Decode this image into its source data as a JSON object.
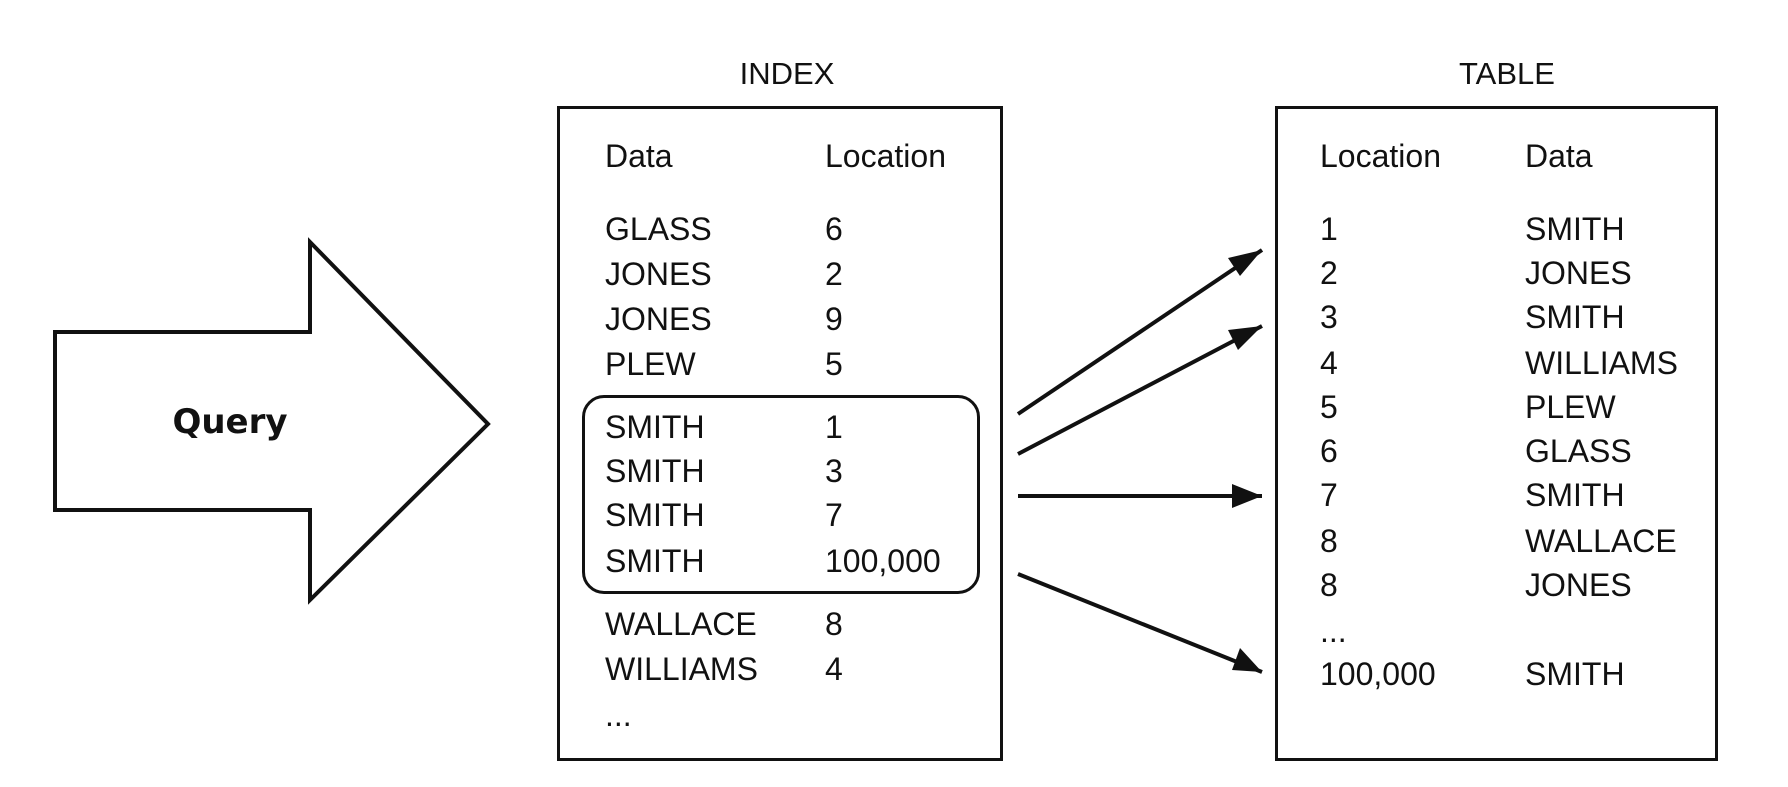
{
  "query": {
    "label": "Query"
  },
  "index": {
    "heading": "INDEX",
    "header": {
      "data": "Data",
      "location": "Location"
    },
    "rows_top": [
      {
        "data": "GLASS",
        "location": "6"
      },
      {
        "data": "JONES",
        "location": "2"
      },
      {
        "data": "JONES",
        "location": "9"
      },
      {
        "data": "PLEW",
        "location": "5"
      }
    ],
    "rows_match": [
      {
        "data": "SMITH",
        "location": "1"
      },
      {
        "data": "SMITH",
        "location": "3"
      },
      {
        "data": "SMITH",
        "location": "7"
      },
      {
        "data": "SMITH",
        "location": "100,000"
      }
    ],
    "rows_bottom": [
      {
        "data": "WALLACE",
        "location": "8"
      },
      {
        "data": "WILLIAMS",
        "location": "4"
      }
    ],
    "ellipsis": "..."
  },
  "table": {
    "heading": "TABLE",
    "header": {
      "location": "Location",
      "data": "Data"
    },
    "rows": [
      {
        "location": "1",
        "data": "SMITH"
      },
      {
        "location": "2",
        "data": "JONES"
      },
      {
        "location": "3",
        "data": "SMITH"
      },
      {
        "location": "4",
        "data": "WILLIAMS"
      },
      {
        "location": "5",
        "data": "PLEW"
      },
      {
        "location": "6",
        "data": "GLASS"
      },
      {
        "location": "7",
        "data": "SMITH"
      },
      {
        "location": "8",
        "data": "WALLACE"
      },
      {
        "location": "8",
        "data": "JONES"
      }
    ],
    "ellipsis": "...",
    "last_row": {
      "location": "100,000",
      "data": "SMITH"
    }
  },
  "colors": {
    "ink": "#111111",
    "background": "#ffffff"
  }
}
